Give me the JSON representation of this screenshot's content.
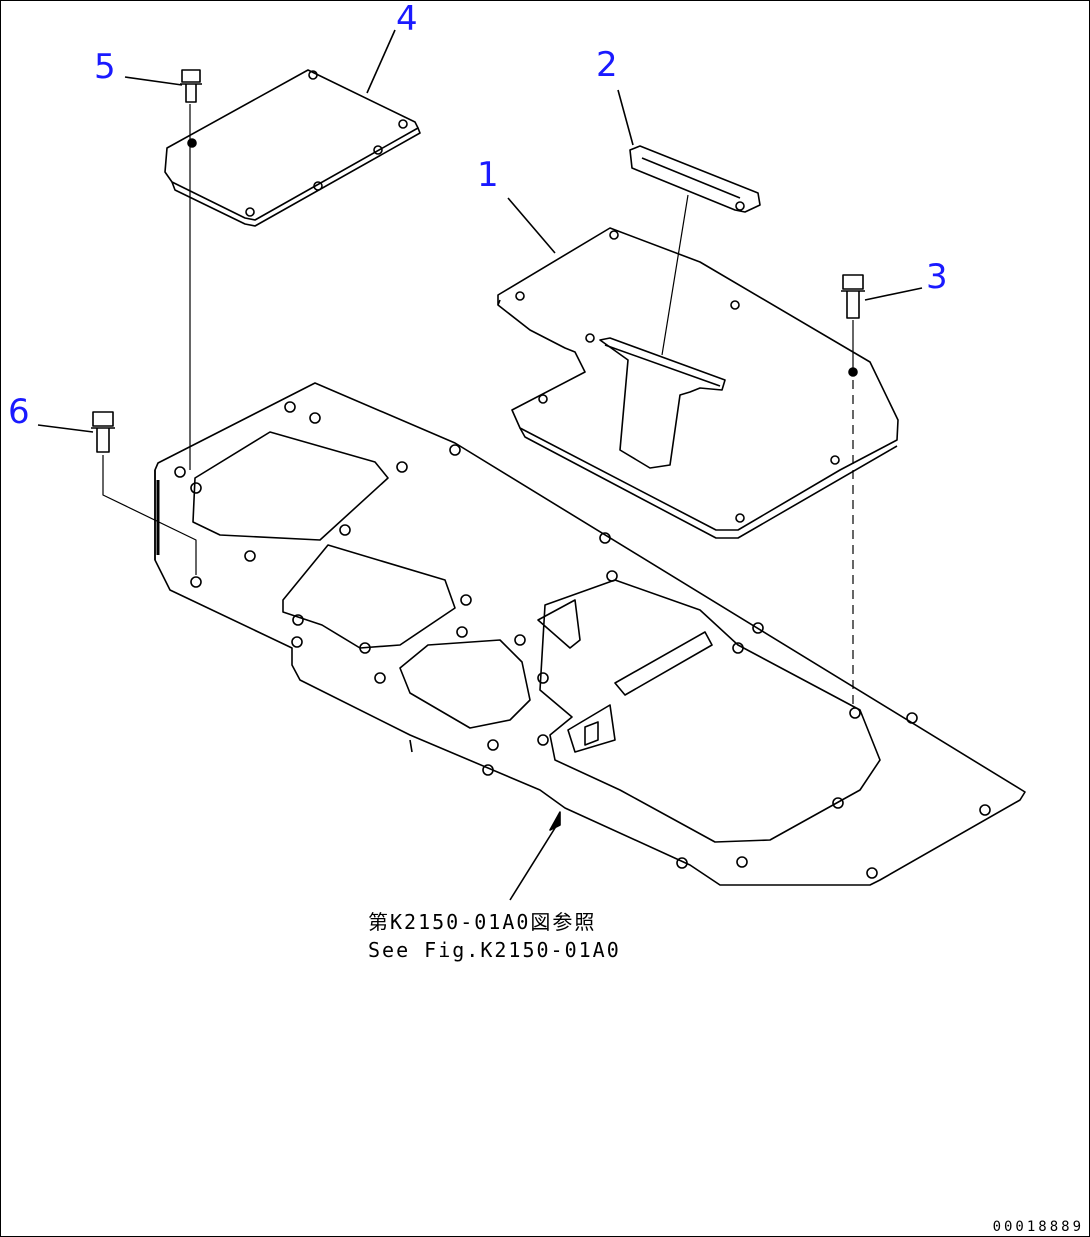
{
  "callouts": {
    "c1": "1",
    "c2": "2",
    "c3": "3",
    "c4": "4",
    "c5": "5",
    "c6": "6"
  },
  "reference_note": {
    "line_jp": "第K2150-01A0図参照",
    "line_en": "See Fig.K2150-01A0"
  },
  "drawing_number": "00018889",
  "colors": {
    "callout": "#1a1aff",
    "line": "#000000",
    "background": "#ffffff"
  }
}
